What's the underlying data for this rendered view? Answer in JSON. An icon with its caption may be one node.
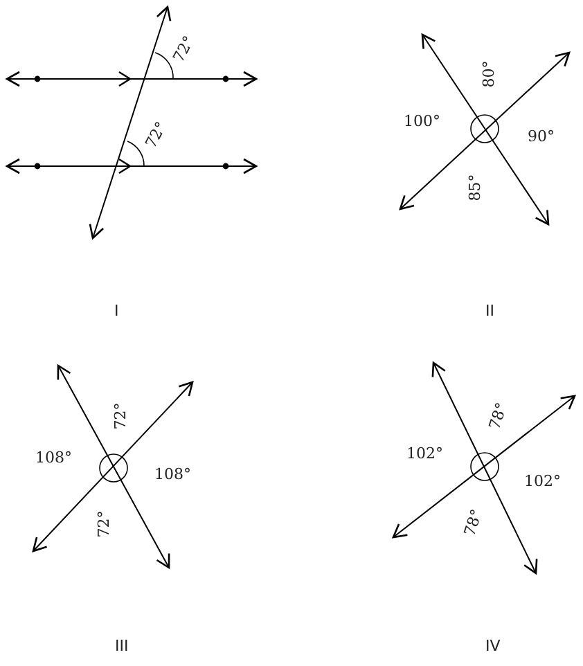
{
  "diagram": {
    "labels": [
      "72°",
      "72°",
      "I",
      "80°",
      "100°",
      "90°",
      "85°",
      "II",
      "72°",
      "108°",
      "108°",
      "72°",
      "III",
      "78°",
      "102°",
      "102°",
      "78°",
      "IV"
    ]
  }
}
